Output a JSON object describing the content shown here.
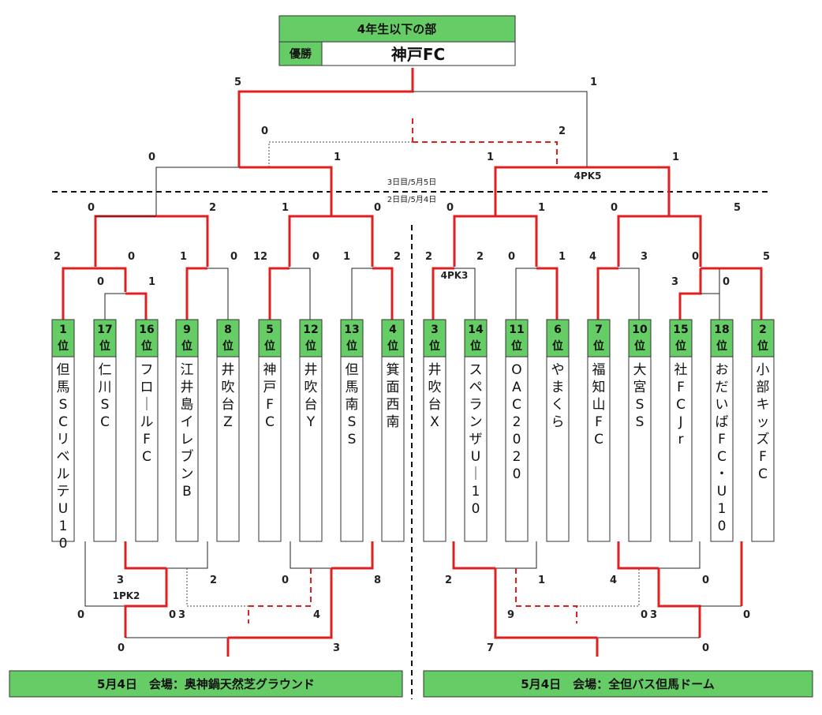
{
  "header": {
    "title": "4年生以下の部",
    "winner_label": "優勝",
    "winner_team": "神戸FC"
  },
  "day_labels": {
    "upper": "3日目/5月5日",
    "lower": "2日目/5月4日"
  },
  "venues": {
    "left": "5月4日　会場：奥神鍋天然芝グラウンド",
    "right": "5月4日　会場：全但バス但馬ドーム"
  },
  "teams": [
    {
      "rank": "1",
      "rank_suffix": "位",
      "name": "但馬SCリベルテU10"
    },
    {
      "rank": "17",
      "rank_suffix": "位",
      "name": "仁川SC"
    },
    {
      "rank": "16",
      "rank_suffix": "位",
      "name": "フロールFC"
    },
    {
      "rank": "9",
      "rank_suffix": "位",
      "name": "江井島イレブンB"
    },
    {
      "rank": "8",
      "rank_suffix": "位",
      "name": "井吹台Z"
    },
    {
      "rank": "5",
      "rank_suffix": "位",
      "name": "神戸FC"
    },
    {
      "rank": "12",
      "rank_suffix": "位",
      "name": "井吹台Y"
    },
    {
      "rank": "13",
      "rank_suffix": "位",
      "name": "但馬南SS"
    },
    {
      "rank": "4",
      "rank_suffix": "位",
      "name": "箕面西南"
    },
    {
      "rank": "3",
      "rank_suffix": "位",
      "name": "井吹台X"
    },
    {
      "rank": "14",
      "rank_suffix": "位",
      "name": "スペランザU-10"
    },
    {
      "rank": "11",
      "rank_suffix": "位",
      "name": "OAC2020"
    },
    {
      "rank": "6",
      "rank_suffix": "位",
      "name": "やまくら"
    },
    {
      "rank": "7",
      "rank_suffix": "位",
      "name": "福知山FC"
    },
    {
      "rank": "10",
      "rank_suffix": "位",
      "name": "大宮SS"
    },
    {
      "rank": "15",
      "rank_suffix": "位",
      "name": "社FCJr"
    },
    {
      "rank": "18",
      "rank_suffix": "位",
      "name": "おだいばFC・U10"
    },
    {
      "rank": "2",
      "rank_suffix": "位",
      "name": "小部キッズFC"
    }
  ],
  "scores": {
    "final_left": "5",
    "final_right": "1",
    "third_left": "0",
    "third_right": "2",
    "sf_l_left": "0",
    "sf_l_right": "1",
    "sf_r_left": "1",
    "sf_r_right": "1",
    "sf_r_pk": "4PK5",
    "qf1_left": "0",
    "qf1_right": "2",
    "qf2_left": "1",
    "qf2_right": "0",
    "qf3_left": "0",
    "qf3_right": "1",
    "qf4_left": "0",
    "qf4_right": "5",
    "r2_1_left": "2",
    "r2_1_right": "0",
    "r2_2_left": "1",
    "r2_2_right": "0",
    "r2_3_left": "12",
    "r2_3_right": "0",
    "r2_4_left": "1",
    "r2_4_right": "2",
    "r2_5_left": "2",
    "r2_5_right": "2",
    "r2_5_pk": "4PK3",
    "r2_6_left": "0",
    "r2_6_right": "1",
    "r2_7_left": "4",
    "r2_7_right": "3",
    "r2_8_left": "0",
    "r2_8_right": "5",
    "r1_l_left": "0",
    "r1_l_right": "1",
    "r1_r_left": "3",
    "r1_r_right": "0",
    "cl_a_left": "3",
    "cl_a_right": "2",
    "cl_b_left": "0",
    "cl_b_right": "8",
    "cl_c_left": "0",
    "cl_c_right": "0",
    "cl_c_pk": "1PK2",
    "cl_d_left": "3",
    "cl_d_right": "4",
    "cl_e_left": "0",
    "cl_e_right": "3",
    "cr_a_left": "2",
    "cr_a_right": "1",
    "cr_b_left": "4",
    "cr_b_right": "0",
    "cr_c_left": "9",
    "cr_c_right": "0",
    "cr_d_left": "3",
    "cr_d_right": "0",
    "cr_e_left": "7",
    "cr_e_right": "0"
  }
}
